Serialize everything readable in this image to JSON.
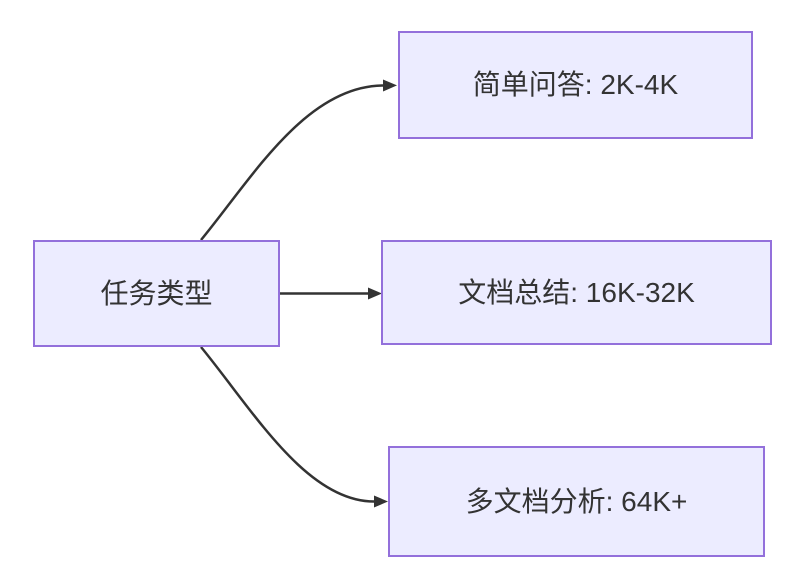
{
  "diagram": {
    "type": "flowchart",
    "direction": "left-to-right",
    "background_color": "#ffffff",
    "node_fill_color": "#ECECFF",
    "node_border_color": "#9370DB",
    "edge_color": "#333333",
    "text_color": "#333333",
    "nodes": [
      {
        "id": "task-type",
        "label": "任务类型",
        "role": "root"
      },
      {
        "id": "simple-qa",
        "label": "简单问答: 2K-4K",
        "role": "leaf"
      },
      {
        "id": "doc-summary",
        "label": "文档总结: 16K-32K",
        "role": "leaf"
      },
      {
        "id": "multidoc-analysis",
        "label": "多文档分析: 64K+",
        "role": "leaf"
      }
    ],
    "edges": [
      {
        "from": "任务类型",
        "to": "简单问答: 2K-4K"
      },
      {
        "from": "任务类型",
        "to": "文档总结: 16K-32K"
      },
      {
        "from": "任务类型",
        "to": "多文档分析: 64K+"
      }
    ]
  }
}
